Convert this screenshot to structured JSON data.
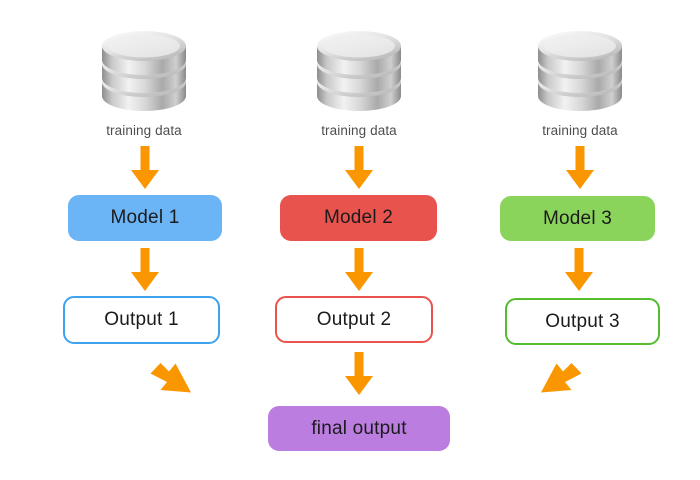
{
  "diagram": {
    "title": "ensemble-model-pipeline",
    "background_color": "#ffffff",
    "arrow_color": "#FA9600",
    "columns": [
      {
        "source_label": "training data",
        "source_icon": "database-cylinder-icon",
        "model_label": "Model 1",
        "model_color": "#6BB4F5",
        "output_label": "Output 1",
        "output_border_color": "#3FA2EE"
      },
      {
        "source_label": "training data",
        "source_icon": "database-cylinder-icon",
        "model_label": "Model 2",
        "model_color": "#E8534E",
        "output_label": "Output 2",
        "output_border_color": "#E8534E"
      },
      {
        "source_label": "training data",
        "source_icon": "database-cylinder-icon",
        "model_label": "Model 3",
        "model_color": "#8BD45C",
        "output_label": "Output 3",
        "output_border_color": "#55BB2F"
      }
    ],
    "final": {
      "label": "final output",
      "color": "#BB7DE0"
    }
  }
}
